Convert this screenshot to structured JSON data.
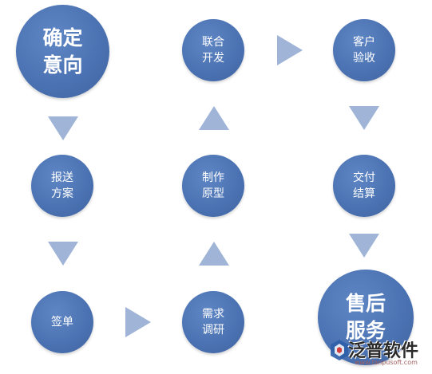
{
  "colors": {
    "node": "#4a71b1",
    "arrow": "#9fb4d7",
    "background": "#ffffff"
  },
  "nodes": {
    "queding": {
      "line1": "确定",
      "line2": "意向"
    },
    "lianhe": {
      "line1": "联合",
      "line2": "开发"
    },
    "kehu": {
      "line1": "客户",
      "line2": "验收"
    },
    "baosong": {
      "line1": "报送",
      "line2": "方案"
    },
    "zhizuo": {
      "line1": "制作",
      "line2": "原型"
    },
    "jiaofu": {
      "line1": "交付",
      "line2": "结算"
    },
    "qiandan": {
      "line1": "签单"
    },
    "xuqiu": {
      "line1": "需求",
      "line2": "调研"
    },
    "shouhou": {
      "line1": "售后",
      "line2": "服务"
    }
  },
  "watermark": {
    "text": "泛普软件",
    "url": "www.fanpusoft.com"
  }
}
